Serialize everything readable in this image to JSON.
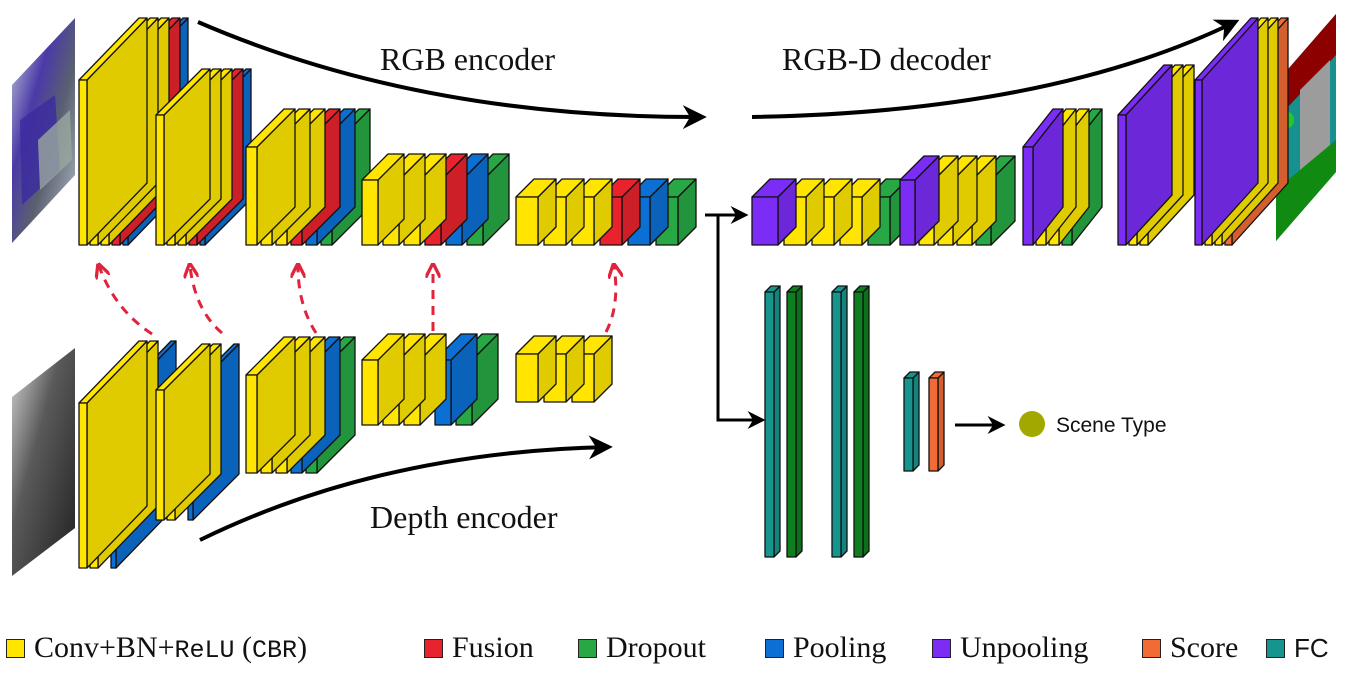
{
  "colors": {
    "cbr": "#ffe500",
    "fusion": "#e8232e",
    "dropout": "#27a844",
    "pooling": "#0b6fd4",
    "unpooling": "#7b2cf5",
    "score": "#f26b35",
    "fc": "#16958f",
    "fc_dropout": "#0e7f1e",
    "skip_arrow": "#e0243c",
    "scene_dot": "#a3a800"
  },
  "labels": {
    "rgb_encoder": "RGB encoder",
    "rgbd_decoder": "RGB-D decoder",
    "depth_encoder": "Depth encoder",
    "scene_type": "Scene Type"
  },
  "inputs": {
    "rgb_image": "RGB input image",
    "depth_image": "Depth input image",
    "output_image": "Segmentation output"
  },
  "rgb_encoder_stages": [
    [
      "cbr",
      "cbr",
      "cbr",
      "fusion",
      "pooling"
    ],
    [
      "cbr",
      "cbr",
      "cbr",
      "fusion",
      "pooling"
    ],
    [
      "cbr",
      "cbr",
      "cbr",
      "fusion",
      "pooling",
      "dropout"
    ],
    [
      "cbr",
      "cbr",
      "cbr",
      "fusion",
      "pooling",
      "dropout"
    ],
    [
      "cbr",
      "cbr",
      "cbr",
      "fusion",
      "pooling",
      "dropout"
    ]
  ],
  "depth_encoder_stages": [
    [
      "cbr",
      "cbr",
      "pooling"
    ],
    [
      "cbr",
      "cbr",
      "pooling"
    ],
    [
      "cbr",
      "cbr",
      "cbr",
      "pooling",
      "dropout"
    ],
    [
      "cbr",
      "cbr",
      "cbr",
      "pooling",
      "dropout"
    ],
    [
      "cbr",
      "cbr",
      "cbr"
    ]
  ],
  "decoder_stages": [
    [
      "unpooling",
      "cbr",
      "cbr",
      "cbr",
      "dropout"
    ],
    [
      "unpooling",
      "cbr",
      "cbr",
      "cbr",
      "dropout"
    ],
    [
      "unpooling",
      "cbr",
      "cbr",
      "dropout"
    ],
    [
      "unpooling",
      "cbr",
      "cbr"
    ],
    [
      "unpooling",
      "cbr",
      "cbr",
      "score"
    ]
  ],
  "classifier_layers": [
    "fc",
    "fc_dropout",
    "fc",
    "fc_dropout",
    "fc",
    "score"
  ],
  "legend": [
    {
      "key": "cbr",
      "label": "Conv+BN+",
      "mono": "ReLU",
      "label2": " (",
      "mono2": "CBR",
      "label3": ")"
    },
    {
      "key": "fusion",
      "label": "Fusion"
    },
    {
      "key": "dropout",
      "label": "Dropout"
    },
    {
      "key": "pooling",
      "label": "Pooling"
    },
    {
      "key": "unpooling",
      "label": "Unpooling"
    },
    {
      "key": "score",
      "label": "Score"
    },
    {
      "key": "fc",
      "label": "FC"
    }
  ]
}
